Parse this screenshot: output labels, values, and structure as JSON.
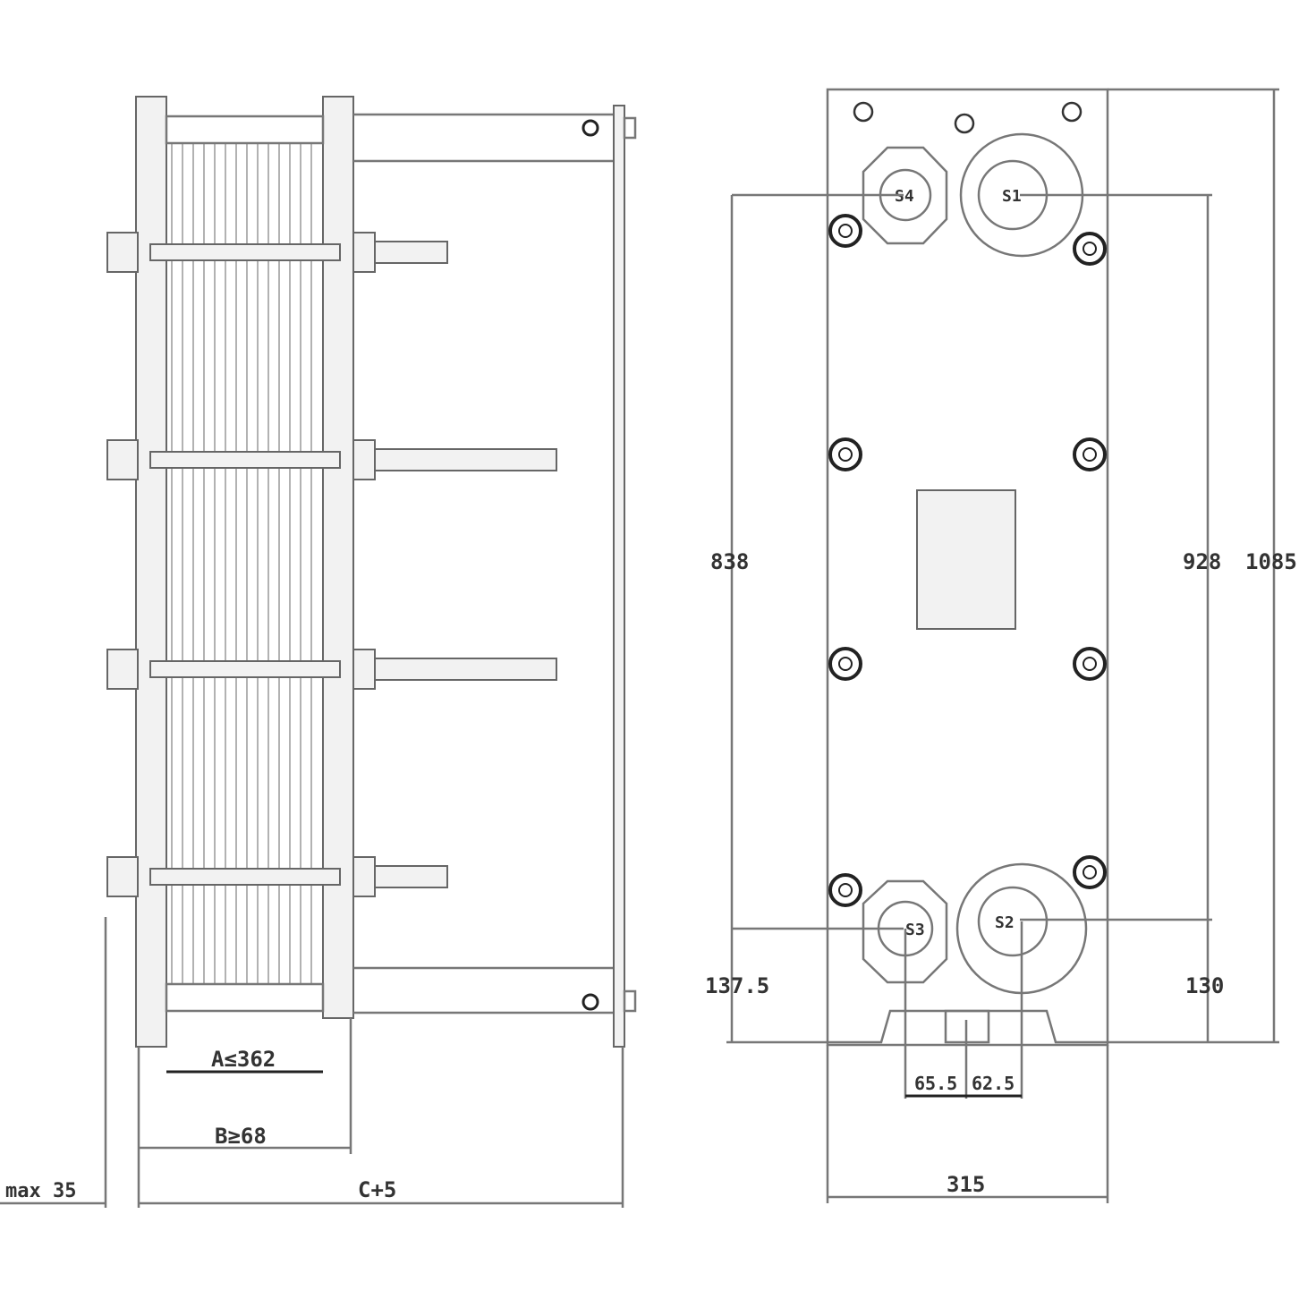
{
  "title": "Plate heat exchanger dimensional drawing",
  "side_view": {
    "dim_a": "A≤362",
    "dim_b": "B≥68",
    "dim_c": "C+5",
    "dim_max": "max 35"
  },
  "front_view": {
    "ports": [
      "S4",
      "S1",
      "S3",
      "S2"
    ],
    "dim_left_height": "838",
    "dim_right_inner": "928",
    "dim_total_height": "1085",
    "dim_bottom_left": "137.5",
    "dim_bottom_right": "130",
    "dim_port_offset_left": "65.5",
    "dim_port_offset_right": "62.5",
    "dim_width": "315"
  }
}
